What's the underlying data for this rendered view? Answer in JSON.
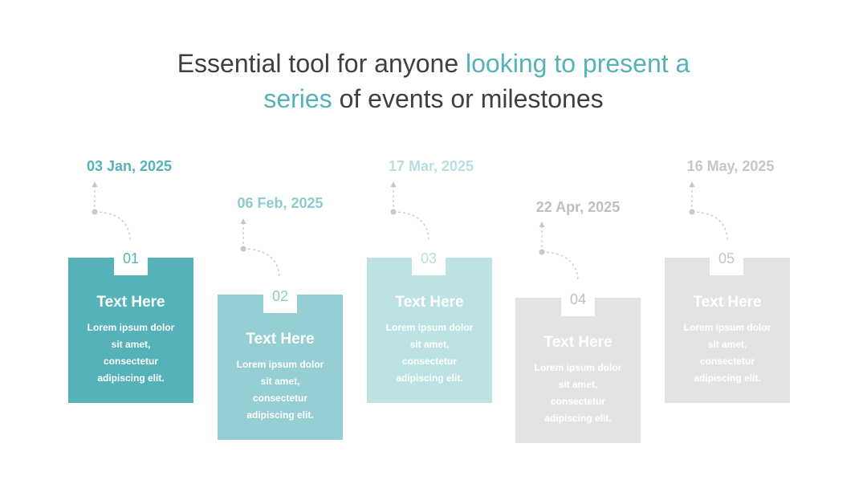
{
  "title": {
    "line1_plain": "Essential tool for anyone ",
    "line1_accent": "looking to present a",
    "line2_accent": "series",
    "line2_plain": " of events or milestones"
  },
  "colors": {
    "title_text": "#3f3f3f",
    "accent": "#56b2b9",
    "connector": "#c8c8c8"
  },
  "milestones": [
    {
      "number": "01",
      "date": "03 Jan, 2025",
      "heading": "Text Here",
      "body": "Lorem ipsum dolor sit amet, consectetur adipiscing elit.",
      "card_color": "#56b2b9",
      "date_color": "#56b2b9",
      "number_color": "#56b2b9"
    },
    {
      "number": "02",
      "date": "06 Feb, 2025",
      "heading": "Text Here",
      "body": "Lorem ipsum dolor sit amet, consectetur adipiscing elit.",
      "card_color": "#96cfd3",
      "date_color": "#8ecbd0",
      "number_color": "#8ecbd0"
    },
    {
      "number": "03",
      "date": "17 Mar, 2025",
      "heading": "Text Here",
      "body": "Lorem ipsum dolor sit amet, consectetur adipiscing elit.",
      "card_color": "#bde2e4",
      "date_color": "#b5dfe2",
      "number_color": "#b5dfe2"
    },
    {
      "number": "04",
      "date": "22 Apr, 2025",
      "heading": "Text Here",
      "body": "Lorem ipsum dolor sit amet, consectetur adipiscing elit.",
      "card_color": "#e4e3e3",
      "date_color": "#bfbfbf",
      "number_color": "#bfbfbf"
    },
    {
      "number": "05",
      "date": "16 May, 2025",
      "heading": "Text Here",
      "body": "Lorem ipsum dolor sit amet, consectetur adipiscing elit.",
      "card_color": "#e4e3e3",
      "date_color": "#c6c6c6",
      "number_color": "#c6c6c6"
    }
  ]
}
